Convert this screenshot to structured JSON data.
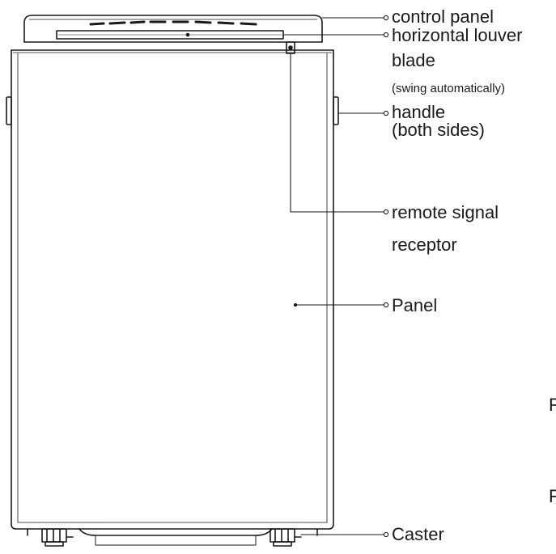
{
  "colors": {
    "stroke": "#1a1a1a",
    "text": "#1a1a1a",
    "background": "#ffffff"
  },
  "labels": {
    "control_panel": "control panel",
    "louver_line1": "horizontal louver",
    "louver_line2": "blade",
    "louver_note": "(swing automatically)",
    "handle_line1": "handle",
    "handle_line2": "(both sides)",
    "receptor_line1": "remote signal",
    "receptor_line2": "receptor",
    "panel": "Panel",
    "caster": "Caster",
    "cut_char_1": "F",
    "cut_char_2": "F"
  }
}
